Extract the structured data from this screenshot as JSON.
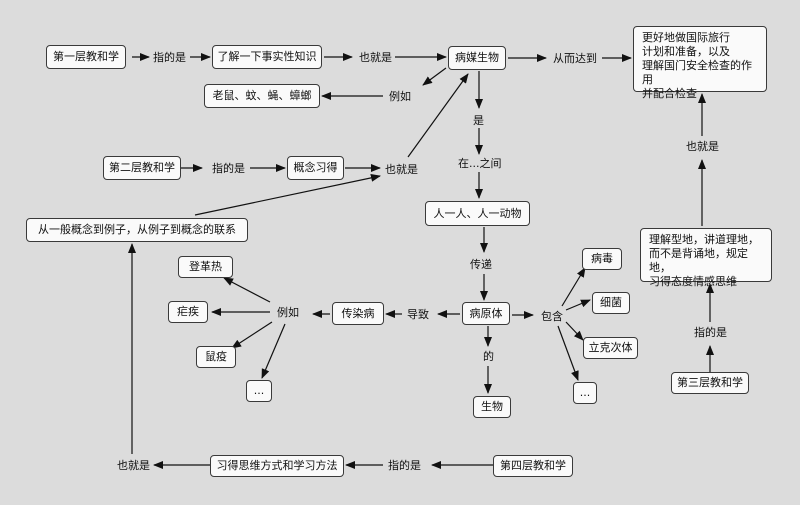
{
  "nodes": {
    "level1": "第一层教和学",
    "learn_facts": "了解一下事实性知识",
    "vector_organisms": "病媒生物",
    "prepare_travel": "更好地做国际旅行\n计划和准备，以及\n理解国门安全检查的作用\n并配合检查",
    "rodents_examples": "老鼠、蚊、蝇、蟑螂",
    "level2": "第二层教和学",
    "concept_learning": "概念习得",
    "human_spread": "人一人、人一动物",
    "general_to_examples": "从一般概念到例子，从例子到概念的联系",
    "plague_fever": "登革热",
    "malaria": "疟疾",
    "epidemic": "传染病",
    "pathogen": "病原体",
    "virus": "病毒",
    "bacteria": "细菌",
    "rickettsia": "立克次体",
    "pestilence": "鼠疫",
    "ellipsis_left": "...",
    "ellipsis_right": "...",
    "organism": "生物",
    "understand_explain": "理解型地，讲道理地，\n而不是背诵地，规定地，\n习得态度情感思维",
    "level3": "第三层教和学",
    "level4": "第四层教和学",
    "thinking_methods": "习得思维方式和学习方法"
  },
  "labels": {
    "l1_refers": "指的是",
    "l1_that_is": "也就是",
    "thereby": "从而达到",
    "for_example_top": "例如",
    "is": "是",
    "between": "在...之间",
    "l2_refers": "指的是",
    "l2_that_is": "也就是",
    "transmit": "传递",
    "leads_to": "导致",
    "for_example_left": "例如",
    "contains": "包含",
    "of": "的",
    "l3_that_is": "也就是",
    "l3_refers": "指的是",
    "l4_refers": "指的是",
    "l4_that_is": "也就是"
  }
}
